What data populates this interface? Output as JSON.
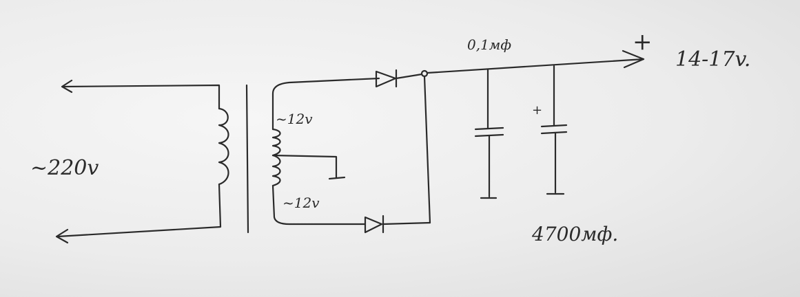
{
  "labels": {
    "input_voltage": "~220v",
    "winding_upper": "~12v",
    "winding_lower": "~12v",
    "small_cap": "0,1мф",
    "electrolytic": "4700мф.",
    "output_plus": "+",
    "output_voltage": "14-17v.",
    "cap_polarity": "+"
  },
  "colors": {
    "ink": "#2a2a2a",
    "paper": "#ebebeb"
  }
}
